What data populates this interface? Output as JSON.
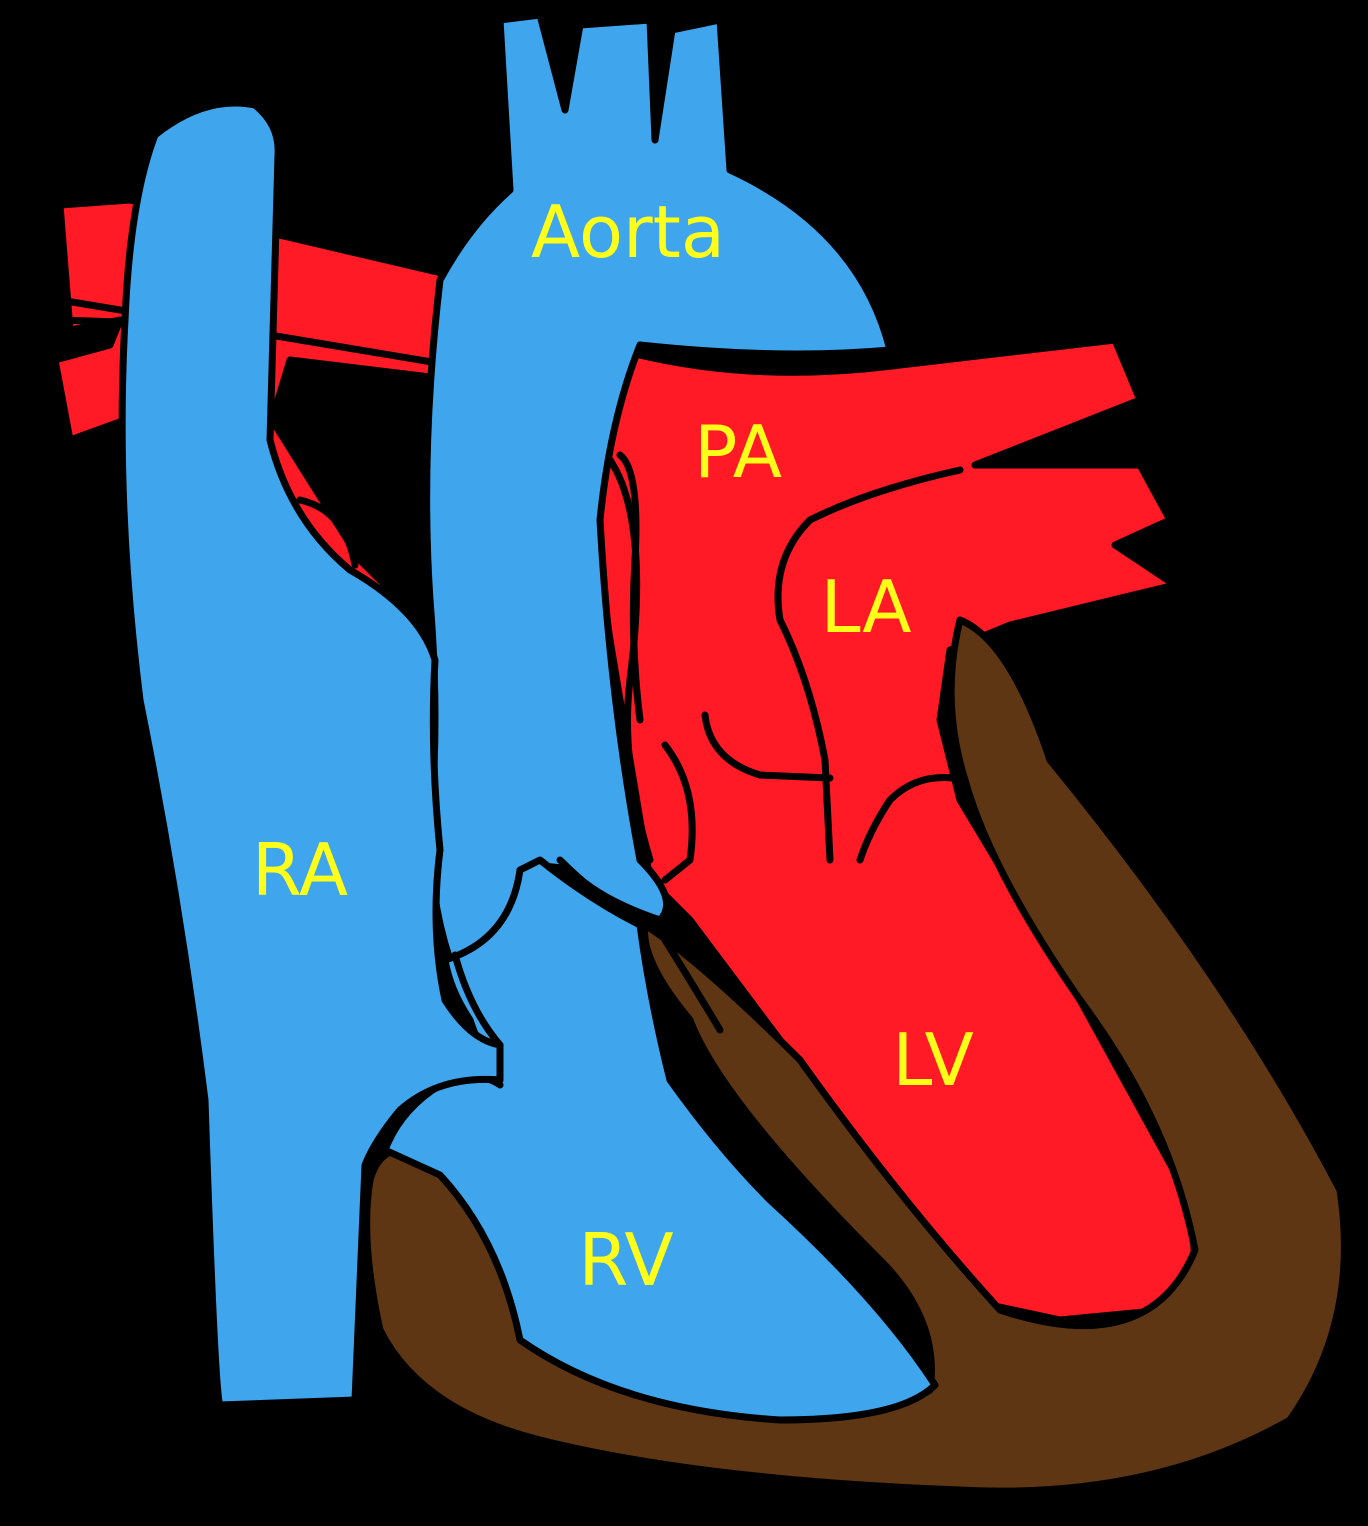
{
  "colors": {
    "background": "#000000",
    "deoxygenated": "#3fa6ee",
    "oxygenated": "#ff1a25",
    "myocardium": "#5e3613",
    "label": "#ffff1a"
  },
  "labels": {
    "aorta": "Aorta",
    "pa": "PA",
    "la": "LA",
    "ra": "RA",
    "lv": "LV",
    "rv": "RV"
  }
}
